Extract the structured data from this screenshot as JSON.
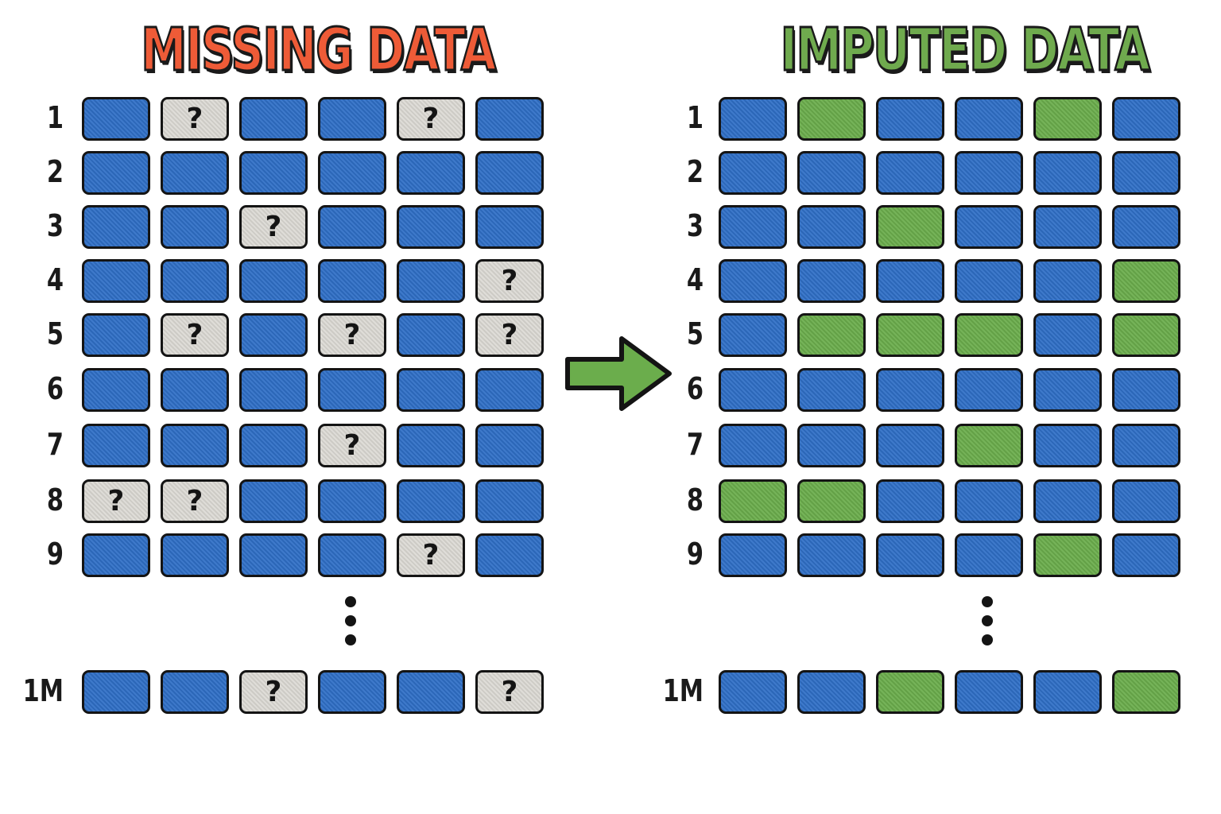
{
  "left_panel": {
    "title": "MISSING DATA",
    "title_color": "#ee5b37",
    "row_labels": [
      "1",
      "2",
      "3",
      "4",
      "5",
      "6",
      "7",
      "8",
      "9",
      "1M"
    ],
    "missing_marker": "?",
    "missing_mask": [
      [
        0,
        1,
        0,
        0,
        1,
        0
      ],
      [
        0,
        0,
        0,
        0,
        0,
        0
      ],
      [
        0,
        0,
        1,
        0,
        0,
        0
      ],
      [
        0,
        0,
        0,
        0,
        0,
        1
      ],
      [
        0,
        1,
        0,
        1,
        0,
        1
      ],
      [
        0,
        0,
        0,
        0,
        0,
        0
      ],
      [
        0,
        0,
        0,
        1,
        0,
        0
      ],
      [
        1,
        1,
        0,
        0,
        0,
        0
      ],
      [
        0,
        0,
        0,
        0,
        1,
        0
      ],
      [
        0,
        0,
        1,
        0,
        0,
        1
      ]
    ]
  },
  "right_panel": {
    "title": "IMPUTED DATA",
    "title_color": "#6faa4e",
    "row_labels": [
      "1",
      "2",
      "3",
      "4",
      "5",
      "6",
      "7",
      "8",
      "9",
      "1M"
    ],
    "imputed_mask": [
      [
        0,
        1,
        0,
        0,
        1,
        0
      ],
      [
        0,
        0,
        0,
        0,
        0,
        0
      ],
      [
        0,
        0,
        1,
        0,
        0,
        0
      ],
      [
        0,
        0,
        0,
        0,
        0,
        1
      ],
      [
        0,
        1,
        1,
        1,
        0,
        1
      ],
      [
        0,
        0,
        0,
        0,
        0,
        0
      ],
      [
        0,
        0,
        0,
        1,
        0,
        0
      ],
      [
        1,
        1,
        0,
        0,
        0,
        0
      ],
      [
        0,
        0,
        0,
        0,
        1,
        0
      ],
      [
        0,
        0,
        1,
        0,
        0,
        1
      ]
    ]
  },
  "colors": {
    "observed": "#2f6fc6",
    "missing": "#d8d6d0",
    "imputed": "#6bad4c",
    "arrow": "#6bad4c",
    "outline": "#141414"
  },
  "icons": {
    "transition": "right-arrow-icon",
    "ellipsis": "vertical-ellipsis-icon"
  }
}
